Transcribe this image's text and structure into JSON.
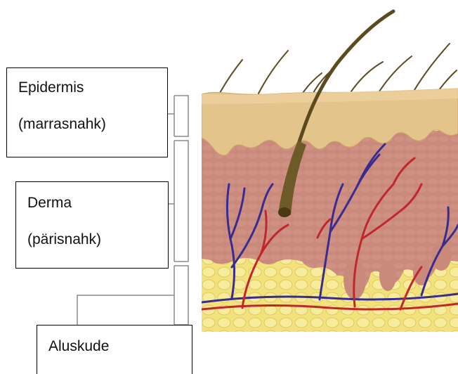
{
  "labels": {
    "epidermis": {
      "name": "Epidermis",
      "subname": "(marrasnahk)"
    },
    "derma": {
      "name": "Derma",
      "subname": "(pärisnahk)"
    },
    "hypodermis": {
      "name": "Aluskude"
    }
  },
  "colors": {
    "epidermis": "#e3c48a",
    "dermis": "#c98a7c",
    "hypodermis": "#f0e07a",
    "artery": "#c0272d",
    "vein": "#3a2b8f",
    "hair": "#5b4a1e"
  }
}
